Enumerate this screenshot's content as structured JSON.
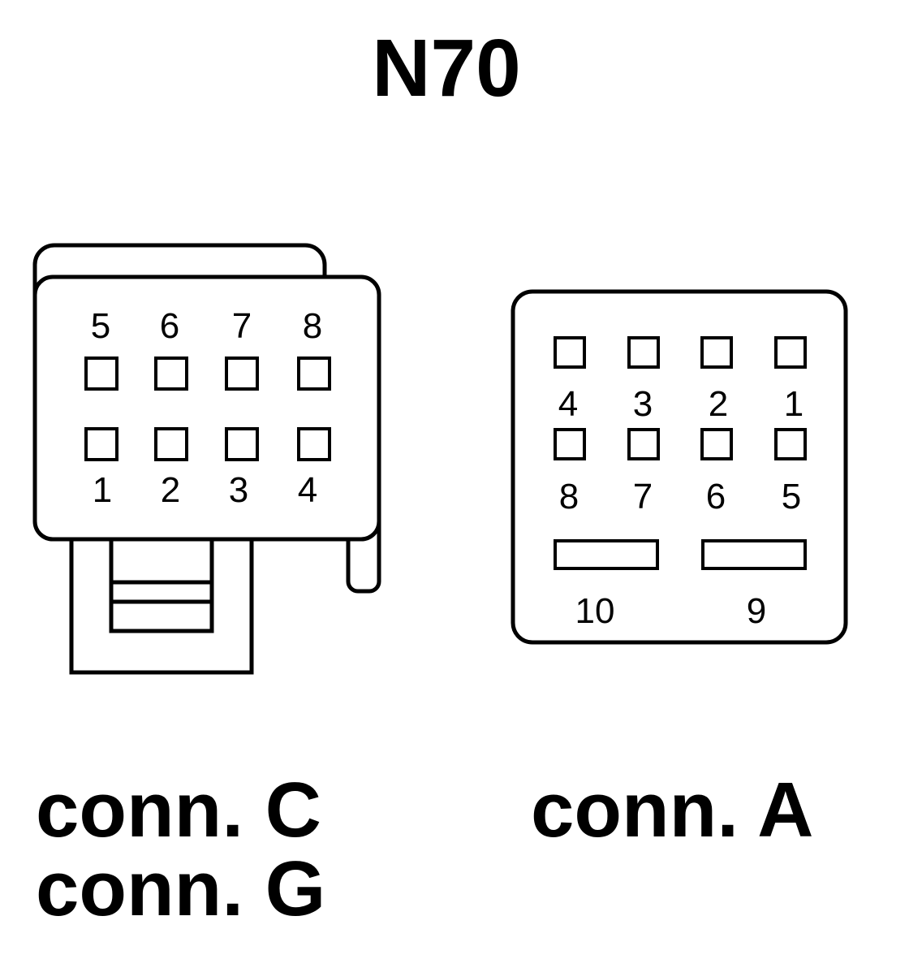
{
  "title": "N70",
  "connector_left": {
    "labels": [
      "conn. C",
      "conn. G"
    ],
    "pins": {
      "top_row": [
        "5",
        "6",
        "7",
        "8"
      ],
      "bottom_row": [
        "1",
        "2",
        "3",
        "4"
      ]
    }
  },
  "connector_right": {
    "labels": [
      "conn. A"
    ],
    "pins": {
      "row1": [
        "4",
        "3",
        "2",
        "1"
      ],
      "row2": [
        "8",
        "7",
        "6",
        "5"
      ],
      "wide": [
        "10",
        "9"
      ]
    }
  },
  "colors": {
    "line": "#000000",
    "background": "#ffffff"
  }
}
